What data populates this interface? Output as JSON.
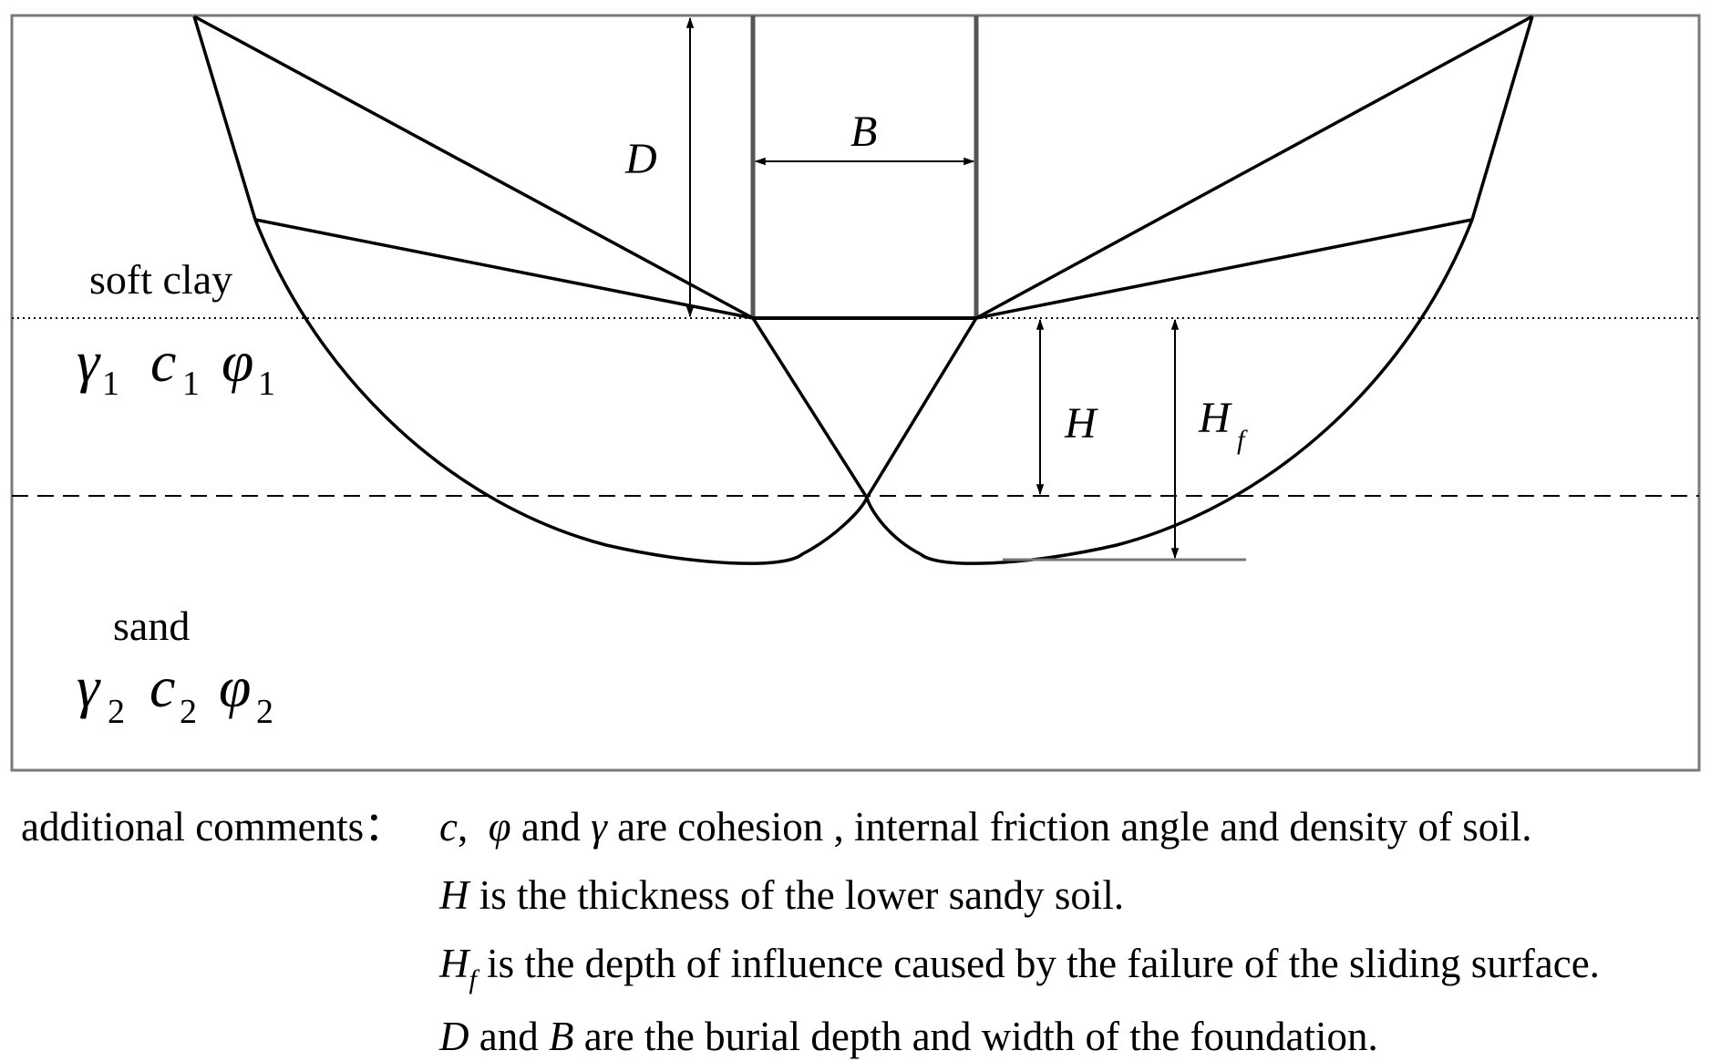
{
  "diagram": {
    "layers": [
      {
        "name": "soft clay",
        "gamma": "γ",
        "c": "c",
        "phi": "φ",
        "index": "1"
      },
      {
        "name": "sand",
        "gamma": "γ",
        "c": "c",
        "phi": "φ",
        "index": "2"
      }
    ],
    "dimensions": {
      "D": "D",
      "B": "B",
      "H": "H",
      "Hf_main": "H",
      "Hf_sub": "f"
    }
  },
  "comments": {
    "heading": "additional comments：",
    "line1": {
      "c": "c",
      "sep1": ",",
      "phi": "φ",
      "and": " and ",
      "gamma": "γ",
      "text": " are cohesion , internal friction angle and density of soil."
    },
    "line2": {
      "H": "H",
      "text": " is the thickness of the lower sandy soil."
    },
    "line3": {
      "H": "H",
      "sub": "f",
      "text": " is the depth of influence caused by the failure of the sliding surface."
    },
    "line4": {
      "D": "D",
      "and": " and ",
      "B": "B",
      "text": " are the burial depth and width of the foundation."
    }
  }
}
